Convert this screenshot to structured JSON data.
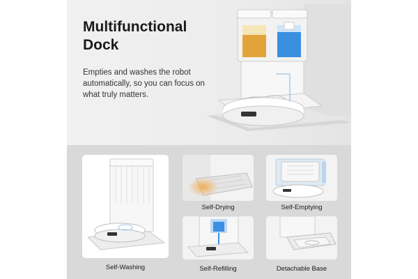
{
  "hero": {
    "title_line1": "Multifunctional",
    "title_line2": "Dock",
    "description": "Empties and washes the robot automatically, so you can focus on what truly matters."
  },
  "features": [
    {
      "label": "Self-Washing",
      "icon": "dock-with-robot"
    },
    {
      "label": "Self-Drying",
      "icon": "drying-tray"
    },
    {
      "label": "Self-Emptying",
      "icon": "dust-bag"
    },
    {
      "label": "Self-Refilling",
      "icon": "water-tanks"
    },
    {
      "label": "Detachable Base",
      "icon": "base-plate"
    }
  ],
  "colors": {
    "clean_water": "#3a8fe0",
    "dirty_water": "#e2a43a",
    "drying_glow": "#f3a84a",
    "background": "#ececec",
    "bottom_panel": "#d9d9d9"
  }
}
